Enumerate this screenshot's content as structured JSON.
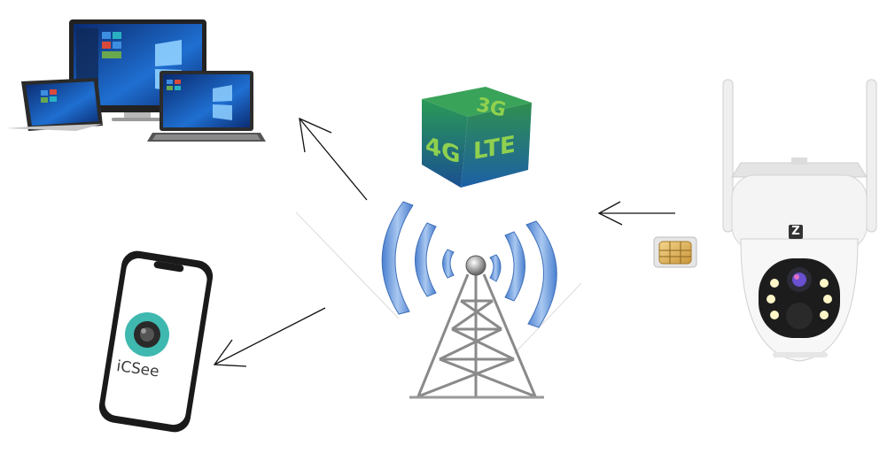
{
  "cube": {
    "top_text": "3G",
    "front_text": "4G",
    "side_text": "LTE"
  },
  "phone": {
    "app_name": "iCSee",
    "app_icon": "camera-lens-icon"
  },
  "camera": {
    "brand_mark": "Z"
  },
  "icons": {
    "laptop": "windows-laptop-icon",
    "monitor": "windows-monitor-icon",
    "tablet": "windows-tablet-icon",
    "tower": "cell-tower-icon",
    "sim": "sim-card-icon",
    "camera": "security-camera-icon"
  },
  "colors": {
    "signal": "#5b8fd6",
    "cube_green": "#2e8b57",
    "cube_blue": "#1f5fa8",
    "cube_text": "#8fd14f",
    "app_teal": "#3fb8b0"
  }
}
